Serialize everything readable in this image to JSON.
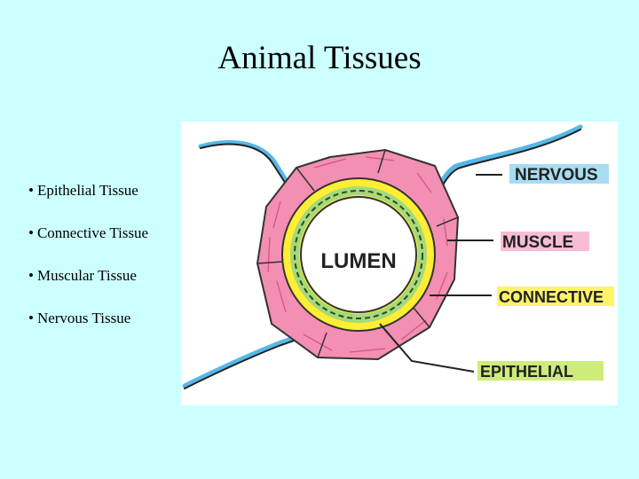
{
  "slide": {
    "title": "Animal Tissues",
    "bullets": [
      "Epithelial Tissue",
      "Connective Tissue",
      "Muscular Tissue",
      "Nervous Tissue"
    ]
  },
  "diagram": {
    "center_label": "LUMEN",
    "labels": {
      "nervous": "NERVOUS",
      "muscle": "MUSCLE",
      "connective": "CONNECTIVE",
      "epithelial": "EPITHELIAL"
    },
    "colors": {
      "background": "#ccffff",
      "nerve": "#55b8e8",
      "muscle": "#f28fb2",
      "connective": "#ffee33",
      "epithelial": "#a6d97a",
      "label_nervous_highlight": "#9fd8ee",
      "label_muscle_highlight": "#f7b6cf",
      "label_connective_highlight": "#fff25a",
      "label_epithelial_highlight": "#c8ea6a"
    }
  }
}
